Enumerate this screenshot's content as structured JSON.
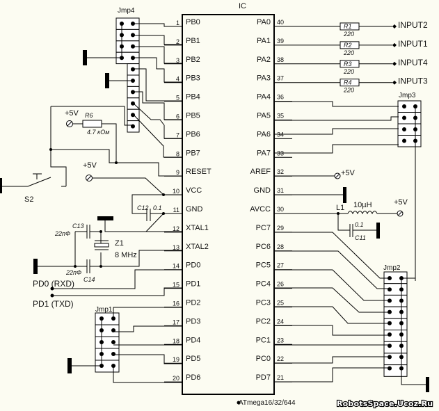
{
  "ic": {
    "title": "IC",
    "part": "ATmega16/32/644",
    "left_pins": [
      {
        "num": "1",
        "name": "PB0"
      },
      {
        "num": "2",
        "name": "PB1"
      },
      {
        "num": "3",
        "name": "PB2"
      },
      {
        "num": "4",
        "name": "PB3"
      },
      {
        "num": "5",
        "name": "PB4"
      },
      {
        "num": "6",
        "name": "PB5"
      },
      {
        "num": "7",
        "name": "PB6"
      },
      {
        "num": "8",
        "name": "PB7"
      },
      {
        "num": "9",
        "name": "RESET"
      },
      {
        "num": "10",
        "name": "VCC"
      },
      {
        "num": "11",
        "name": "GND"
      },
      {
        "num": "12",
        "name": "XTAL1"
      },
      {
        "num": "13",
        "name": "XTAL2"
      },
      {
        "num": "14",
        "name": "PD0"
      },
      {
        "num": "15",
        "name": "PD1"
      },
      {
        "num": "16",
        "name": "PD2"
      },
      {
        "num": "17",
        "name": "PD3"
      },
      {
        "num": "18",
        "name": "PD4"
      },
      {
        "num": "19",
        "name": "PD5"
      },
      {
        "num": "20",
        "name": "PD6"
      }
    ],
    "right_pins": [
      {
        "num": "40",
        "name": "PA0"
      },
      {
        "num": "39",
        "name": "PA1"
      },
      {
        "num": "38",
        "name": "PA2"
      },
      {
        "num": "37",
        "name": "PA3"
      },
      {
        "num": "36",
        "name": "PA4"
      },
      {
        "num": "35",
        "name": "PA5"
      },
      {
        "num": "34",
        "name": "PA6"
      },
      {
        "num": "33",
        "name": "PA7"
      },
      {
        "num": "32",
        "name": "AREF"
      },
      {
        "num": "31",
        "name": "GND"
      },
      {
        "num": "30",
        "name": "AVCC"
      },
      {
        "num": "29",
        "name": "PC7"
      },
      {
        "num": "28",
        "name": "PC6"
      },
      {
        "num": "27",
        "name": "PC5"
      },
      {
        "num": "26",
        "name": "PC4"
      },
      {
        "num": "25",
        "name": "PC3"
      },
      {
        "num": "24",
        "name": "PC2"
      },
      {
        "num": "23",
        "name": "PC1"
      },
      {
        "num": "22",
        "name": "PC0"
      },
      {
        "num": "21",
        "name": "PD7"
      }
    ]
  },
  "resistors": [
    {
      "ref": "R1",
      "value": "220",
      "output": "INPUT2"
    },
    {
      "ref": "R2",
      "value": "220",
      "output": "INPUT1"
    },
    {
      "ref": "R3",
      "value": "220",
      "output": "INPUT4"
    },
    {
      "ref": "R4",
      "value": "220",
      "output": "INPUT3"
    }
  ],
  "reset": {
    "ref": "R6",
    "value": "4.7 кОм",
    "supply": "+5V",
    "switch": "S2"
  },
  "vcc_supply": "+5V",
  "aref_supply": "+5V",
  "avcc": {
    "inductor_ref": "L1",
    "inductor_value": "10µH",
    "supply": "+5V",
    "cap_ref": "C11",
    "cap_value": "0.1"
  },
  "decoupling": {
    "ref": "C12",
    "value": "0.1"
  },
  "crystal": {
    "ref": "Z1",
    "freq": "8 MHz",
    "cap1_ref": "C13",
    "cap1_value": "22пФ",
    "cap2_ref": "C14",
    "cap2_value": "22пФ"
  },
  "uart": {
    "rxd": "PD0 (RXD)",
    "txd": "PD1 (TXD)"
  },
  "jumpers": {
    "jmp1": "Jmp1",
    "jmp2": "Jmp2",
    "jmp3": "Jmp3",
    "jmp4": "Jmp4"
  },
  "watermark": "RobotsSpace.Ucoz.Ru"
}
